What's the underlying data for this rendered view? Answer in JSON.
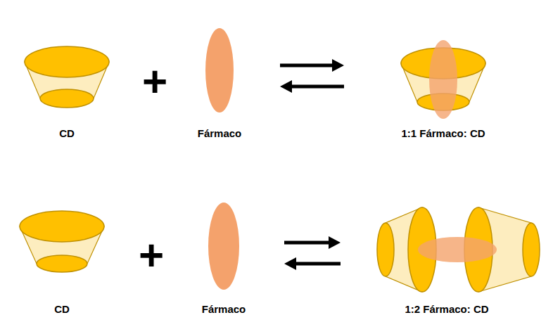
{
  "diagram": {
    "nodes": [
      {
        "text": [
          "CD"
        ]
      },
      {
        "text": [
          "Fármaco"
        ]
      },
      {
        "text": [
          "1:1 Fármaco: CD"
        ]
      },
      {
        "text": [
          "CD"
        ]
      },
      {
        "text": [
          "Fármaco"
        ]
      },
      {
        "text": [
          "1:2 Fármaco: CD"
        ]
      }
    ],
    "edges": [
      {
        "from": 1,
        "to": 2,
        "arrow": "both"
      },
      {
        "from": 4,
        "to": 5,
        "arrow": "both"
      }
    ],
    "labels": [
      "+",
      "+"
    ]
  }
}
